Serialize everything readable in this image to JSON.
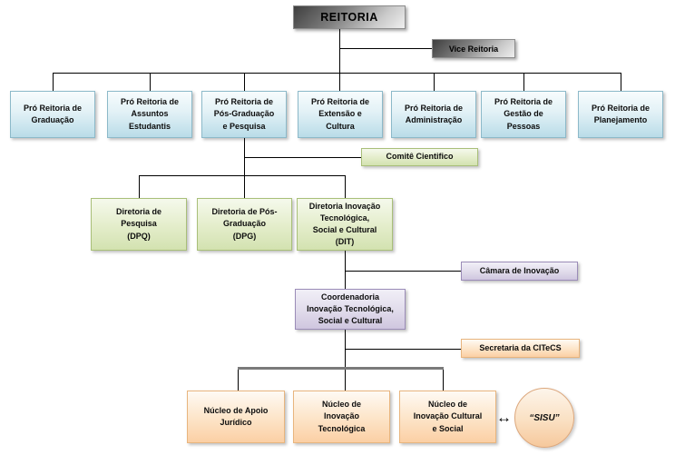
{
  "org_chart": {
    "root": {
      "label": "REITORIA"
    },
    "vice": {
      "label": "Vice Reitoria"
    },
    "pro_reitorias": [
      {
        "label": "Pró Reitoria de\nGraduação"
      },
      {
        "label": "Pró Reitoria de\nAssuntos\nEstudantis"
      },
      {
        "label": "Pró Reitoria de\nPós-Graduação\ne Pesquisa"
      },
      {
        "label": "Pró Reitoria de\nExtensão e\nCultura"
      },
      {
        "label": "Pró Reitoria de\nAdministração"
      },
      {
        "label": "Pró Reitoria de\nGestão de\nPessoas"
      },
      {
        "label": "Pró Reitoria de\nPlanejamento"
      }
    ],
    "comite_cientifico": {
      "label": "Comitê Cientifico"
    },
    "diretorias": [
      {
        "label": "Diretoria de\nPesquisa\n(DPQ)"
      },
      {
        "label": "Diretoria de Pós-\nGraduação\n(DPG)"
      },
      {
        "label": "Diretoria Inovação\nTecnológica,\nSocial e Cultural\n(DIT)"
      }
    ],
    "camara_inovacao": {
      "label": "Câmara de Inovação"
    },
    "coordenadoria": {
      "label": "Coordenadoria\nInovação Tecnológica,\nSocial e Cultural"
    },
    "secretaria": {
      "label": "Secretaria da CITeCS"
    },
    "nucleos": [
      {
        "label": "Núcleo de Apoio\nJurídico"
      },
      {
        "label": "Núcleo de\nInovação\nTecnológica"
      },
      {
        "label": "Núcleo de\nInovação Cultural\ne Social"
      }
    ],
    "sisu": {
      "label": "“SISU”"
    },
    "arrow_glyph": "↔"
  },
  "colors": {
    "gray_box_border": "#8c8c8c",
    "blue_box_fill": "#b9dce8",
    "green_box_fill": "#d3e2b0",
    "purple_box_fill": "#cfc6df",
    "orange_box_fill": "#fbcfa4",
    "connector": "#000000",
    "thick_connector": "#7a7a7a"
  }
}
